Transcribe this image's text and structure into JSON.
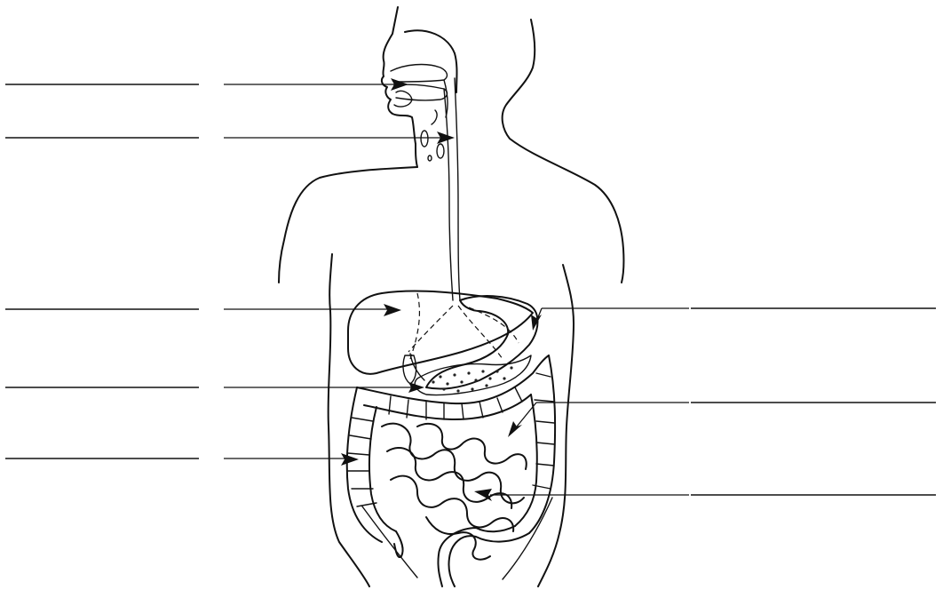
{
  "diagram": {
    "subject": "human-digestive-system",
    "line_color": "#111111",
    "background": "#ffffff",
    "label_blanks_left": [
      {
        "id": "blank-1",
        "text": ""
      },
      {
        "id": "blank-2",
        "text": ""
      },
      {
        "id": "blank-3",
        "text": ""
      },
      {
        "id": "blank-4",
        "text": ""
      },
      {
        "id": "blank-5",
        "text": ""
      }
    ],
    "label_blanks_right": [
      {
        "id": "blank-6",
        "text": ""
      },
      {
        "id": "blank-7",
        "text": ""
      },
      {
        "id": "blank-8",
        "text": ""
      }
    ]
  }
}
